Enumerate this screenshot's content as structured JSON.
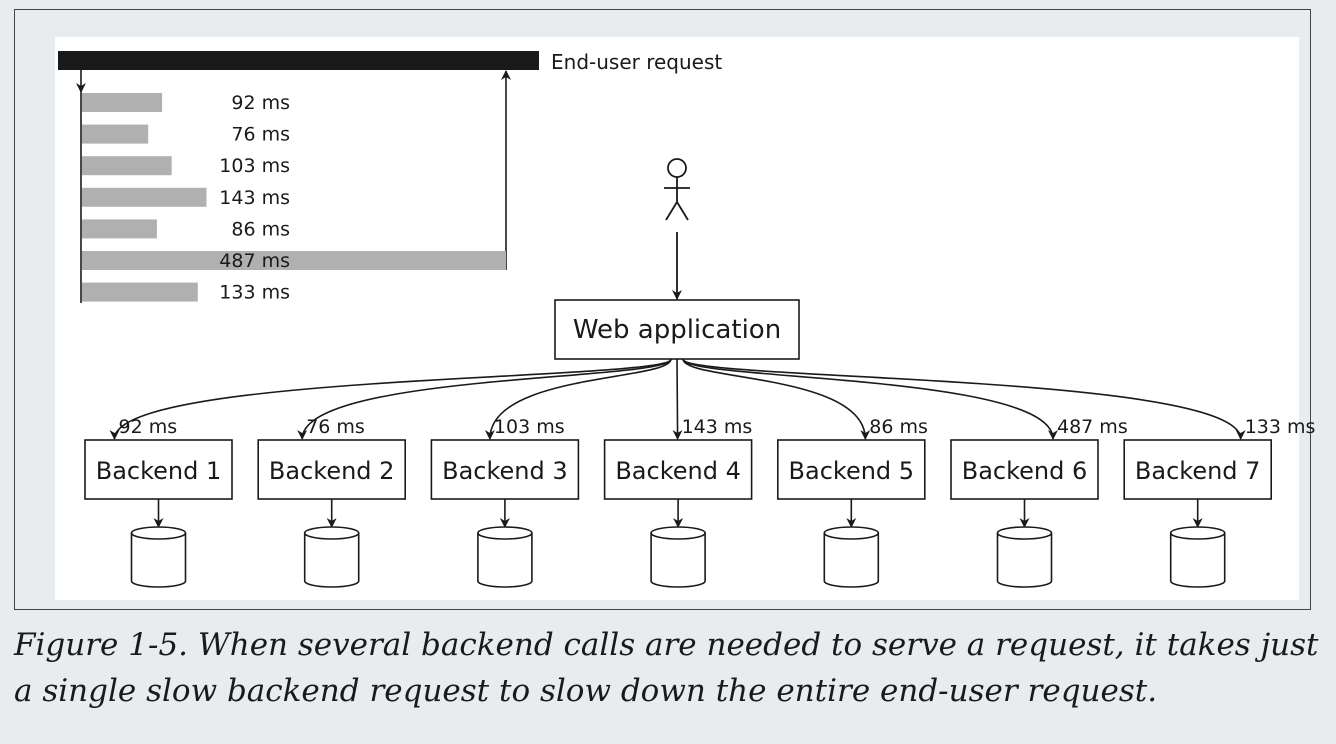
{
  "end_user_request_label": "End-user request",
  "timing_bars": [
    {
      "label": "92 ms",
      "value": 92
    },
    {
      "label": "76 ms",
      "value": 76
    },
    {
      "label": "103 ms",
      "value": 103
    },
    {
      "label": "143 ms",
      "value": 143
    },
    {
      "label": "86 ms",
      "value": 86
    },
    {
      "label": "487 ms",
      "value": 487
    },
    {
      "label": "133 ms",
      "value": 133
    }
  ],
  "web_app_label": "Web application",
  "backends": [
    {
      "label": "Backend 1",
      "latency": "92 ms"
    },
    {
      "label": "Backend 2",
      "latency": "76 ms"
    },
    {
      "label": "Backend 3",
      "latency": "103 ms"
    },
    {
      "label": "Backend 4",
      "latency": "143 ms"
    },
    {
      "label": "Backend 5",
      "latency": "86 ms"
    },
    {
      "label": "Backend 6",
      "latency": "487 ms"
    },
    {
      "label": "Backend 7",
      "latency": "133 ms"
    }
  ],
  "caption": "Figure 1-5. When several backend calls are needed to serve a request, it takes just a single slow backend request to slow down the entire end-user request.",
  "colors": {
    "request_bar": "#1a1a1a",
    "timing_bar": "#b0b0b0",
    "canvas": "#ffffff",
    "background": "#e8ecef"
  }
}
